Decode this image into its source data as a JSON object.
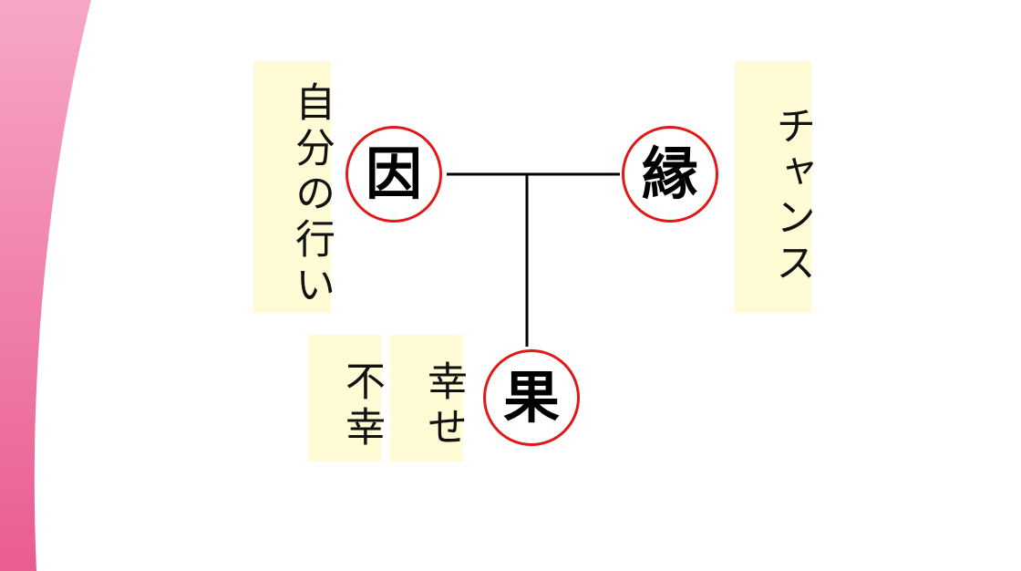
{
  "colors": {
    "node_border": "#e01818",
    "tag_background": "#fffbd5",
    "connector": "#000000",
    "decoration": "#f07ba6"
  },
  "diagram": {
    "nodes": {
      "cause": "因",
      "condition": "縁",
      "effect": "果"
    },
    "labels": {
      "cause": "自分の行い",
      "condition": "チャンス",
      "effect_positive": "幸せ",
      "effect_negative": "不幸"
    }
  }
}
